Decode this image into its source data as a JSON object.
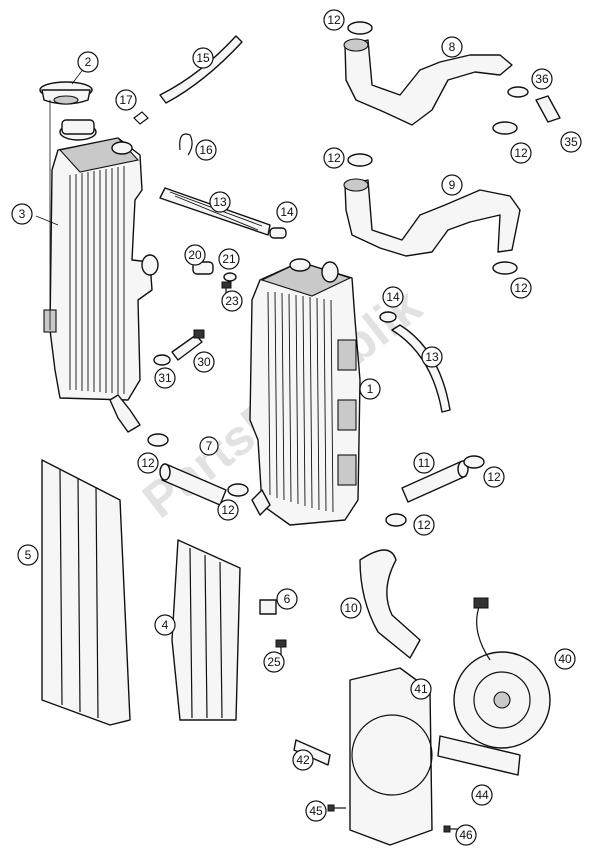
{
  "watermark": "PartsRepublik",
  "hose_label": "7",
  "callouts": [
    {
      "id": "1",
      "label": "1"
    },
    {
      "id": "2",
      "label": "2"
    },
    {
      "id": "3",
      "label": "3"
    },
    {
      "id": "4",
      "label": "4"
    },
    {
      "id": "5",
      "label": "5"
    },
    {
      "id": "6",
      "label": "6"
    },
    {
      "id": "8",
      "label": "8"
    },
    {
      "id": "9",
      "label": "9"
    },
    {
      "id": "10",
      "label": "10"
    },
    {
      "id": "11",
      "label": "11"
    },
    {
      "id": "12a",
      "label": "12"
    },
    {
      "id": "12b",
      "label": "12"
    },
    {
      "id": "12c",
      "label": "12"
    },
    {
      "id": "12d",
      "label": "12"
    },
    {
      "id": "12e",
      "label": "12"
    },
    {
      "id": "12f",
      "label": "12"
    },
    {
      "id": "12g",
      "label": "12"
    },
    {
      "id": "12h",
      "label": "12"
    },
    {
      "id": "13a",
      "label": "13"
    },
    {
      "id": "13b",
      "label": "13"
    },
    {
      "id": "14a",
      "label": "14"
    },
    {
      "id": "14b",
      "label": "14"
    },
    {
      "id": "15",
      "label": "15"
    },
    {
      "id": "16",
      "label": "16"
    },
    {
      "id": "17",
      "label": "17"
    },
    {
      "id": "20",
      "label": "20"
    },
    {
      "id": "21",
      "label": "21"
    },
    {
      "id": "23",
      "label": "23"
    },
    {
      "id": "25",
      "label": "25"
    },
    {
      "id": "30",
      "label": "30"
    },
    {
      "id": "31",
      "label": "31"
    },
    {
      "id": "35",
      "label": "35"
    },
    {
      "id": "36",
      "label": "36"
    },
    {
      "id": "40",
      "label": "40"
    },
    {
      "id": "41",
      "label": "41"
    },
    {
      "id": "42",
      "label": "42"
    },
    {
      "id": "44",
      "label": "44"
    },
    {
      "id": "45",
      "label": "45"
    },
    {
      "id": "46",
      "label": "46"
    }
  ]
}
